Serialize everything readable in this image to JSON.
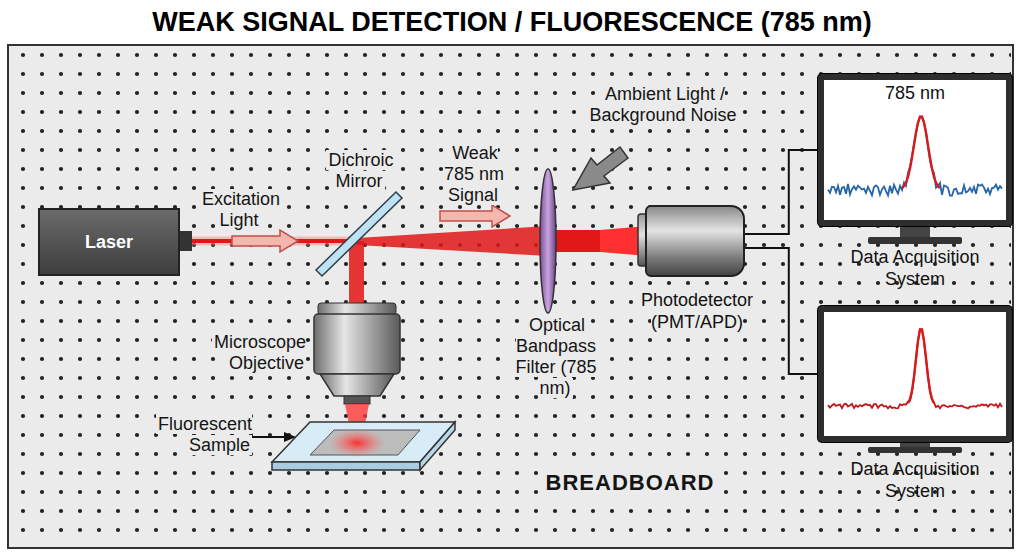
{
  "diagram": {
    "title": "WEAK SIGNAL DETECTION / FLUORESCENCE (785 nm)",
    "nodes": [
      {
        "text": [
          "Laser"
        ]
      },
      {
        "text": [
          "Photodetector (PMT/APD)"
        ]
      },
      {
        "text": [
          "785 nm",
          "Data Acquisition System"
        ]
      },
      {
        "text": [
          "Data Acquisition System"
        ]
      }
    ],
    "edges": [
      {
        "from": 1,
        "to": 2,
        "arrow": "none"
      },
      {
        "from": 1,
        "to": 3,
        "arrow": "none"
      }
    ],
    "labels": [
      "Excitation Light",
      "Dichroic Mirror",
      "Weak 785 nm Signal",
      "Ambient Light / Background Noise",
      "Microscope Objective",
      "Fluorescent Sample",
      "Optical Bandpass Filter (785 nm)",
      "BREADBOARD"
    ]
  }
}
